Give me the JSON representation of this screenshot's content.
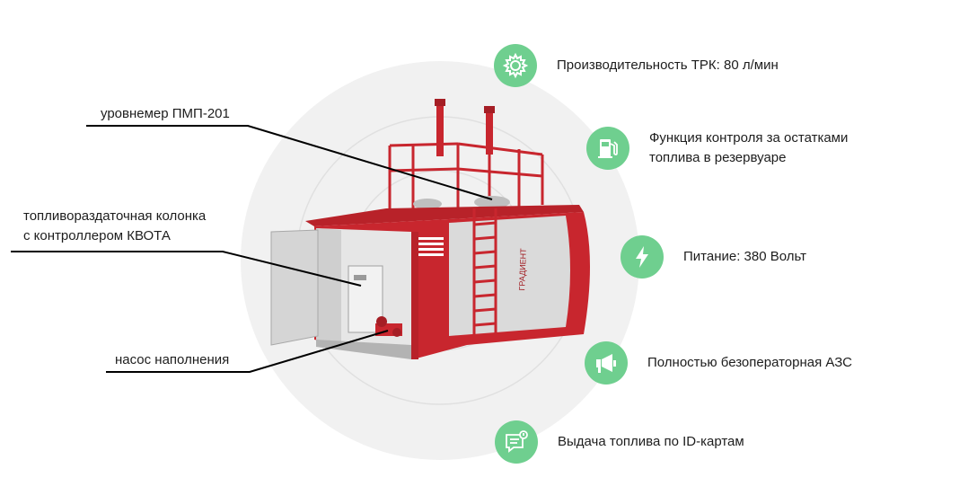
{
  "callouts": {
    "level_gauge": "уровнемер ПМП-201",
    "dispenser_line1": "топливораздаточная колонка",
    "dispenser_line2": "с контроллером КВОТА",
    "pump": "насос наполнения"
  },
  "features": [
    {
      "icon": "gear-icon",
      "line1": "Производительность ТРК: 80 л/мин",
      "line2": ""
    },
    {
      "icon": "fuel-pump-icon",
      "line1": "Функция контроля за остатками",
      "line2": "топлива в резервуаре"
    },
    {
      "icon": "lightning-icon",
      "line1": "Питание: 380 Вольт",
      "line2": ""
    },
    {
      "icon": "megaphone-icon",
      "line1": "Полностью безоператорная АЗС",
      "line2": ""
    },
    {
      "icon": "chat-alert-icon",
      "line1": "Выдача топлива по ID-картам",
      "line2": ""
    }
  ],
  "colors": {
    "badge": "#6fcf8f",
    "tank_red": "#c8262e",
    "tank_panel": "#d9d9d9",
    "circle_bg": "#f1f1f1"
  }
}
